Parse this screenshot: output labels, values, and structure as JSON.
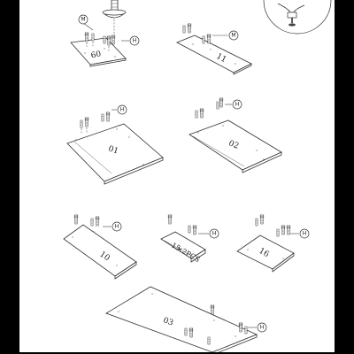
{
  "callouts": {
    "hardware_m": "M",
    "hardware_h": "H"
  },
  "panels": {
    "p09": "09",
    "p11": "11",
    "p01": "01",
    "p02": "02",
    "p10": "10",
    "p15": "15",
    "p15_qty": "×2PCS",
    "p16": "16",
    "p03": "03"
  },
  "colors": {
    "border": "#000000",
    "line": "#333333",
    "background": "#ffffff"
  },
  "icons": {
    "fastener": "cam-bolt-icon",
    "detail": "magnified-detail-icon"
  }
}
